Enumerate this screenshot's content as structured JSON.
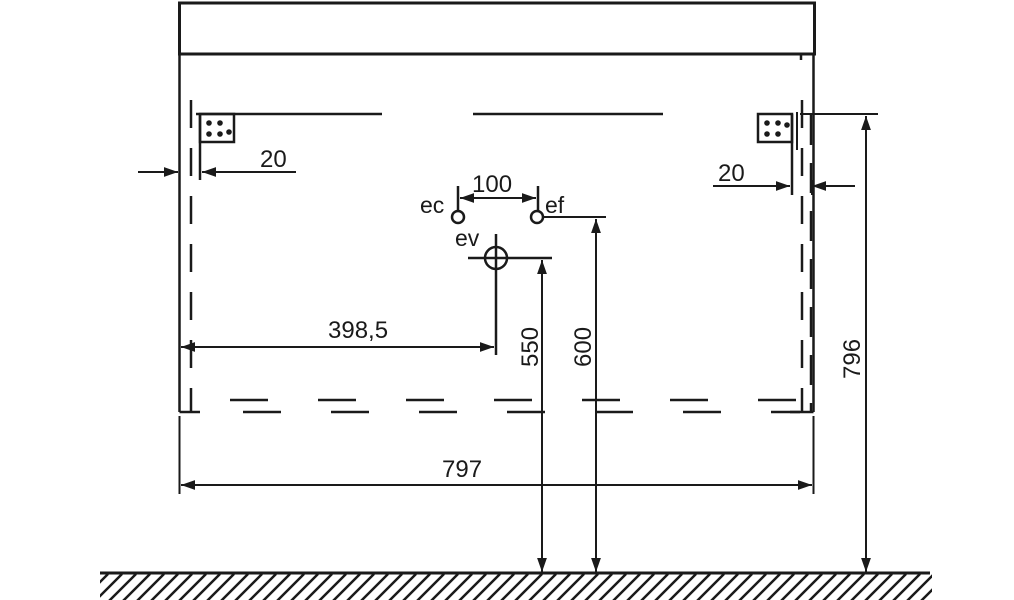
{
  "dimensions": {
    "left_edge_gap": "20",
    "right_edge_gap": "20",
    "outlet_spacing": "100",
    "drain_from_left": "398,5",
    "drain_height": "550",
    "outlet_height": "600",
    "bracket_height": "796",
    "overall_width": "797"
  },
  "labels": {
    "hot_water": "ec",
    "cold_water": "ef",
    "drain": "ev"
  },
  "colors": {
    "line": "#1a1a1a",
    "background": "#ffffff"
  }
}
